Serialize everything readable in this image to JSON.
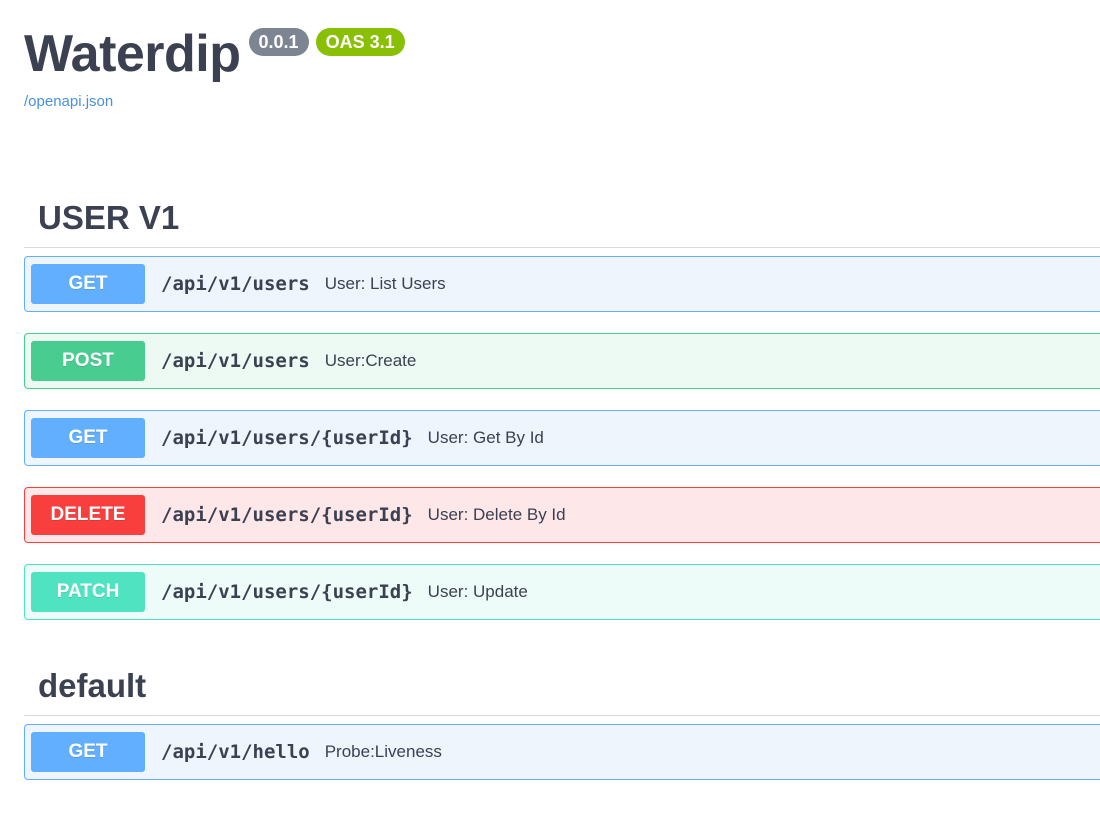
{
  "info": {
    "title": "Waterdip",
    "version": "0.0.1",
    "oas_version": "OAS 3.1",
    "spec_link": "/openapi.json"
  },
  "colors": {
    "get": {
      "border": "#61affe",
      "bg": "#eff5fd",
      "badge": "#61affe"
    },
    "post": {
      "border": "#49cc90",
      "bg": "#edf9f3",
      "badge": "#49cc90"
    },
    "delete": {
      "border": "#f93e3e",
      "bg": "#fde7e9",
      "badge": "#f93e3e"
    },
    "patch": {
      "border": "#50e3c2",
      "bg": "#edfcf8",
      "badge": "#50e3c2"
    }
  },
  "tags": [
    {
      "name": "USER V1",
      "operations": [
        {
          "method": "GET",
          "path": "/api/v1/users",
          "summary": "User: List Users"
        },
        {
          "method": "POST",
          "path": "/api/v1/users",
          "summary": "User:Create"
        },
        {
          "method": "GET",
          "path": "/api/v1/users/{userId}",
          "summary": "User: Get By Id"
        },
        {
          "method": "DELETE",
          "path": "/api/v1/users/{userId}",
          "summary": "User: Delete By Id"
        },
        {
          "method": "PATCH",
          "path": "/api/v1/users/{userId}",
          "summary": "User: Update"
        }
      ]
    },
    {
      "name": "default",
      "operations": [
        {
          "method": "GET",
          "path": "/api/v1/hello",
          "summary": "Probe:Liveness"
        }
      ]
    }
  ]
}
